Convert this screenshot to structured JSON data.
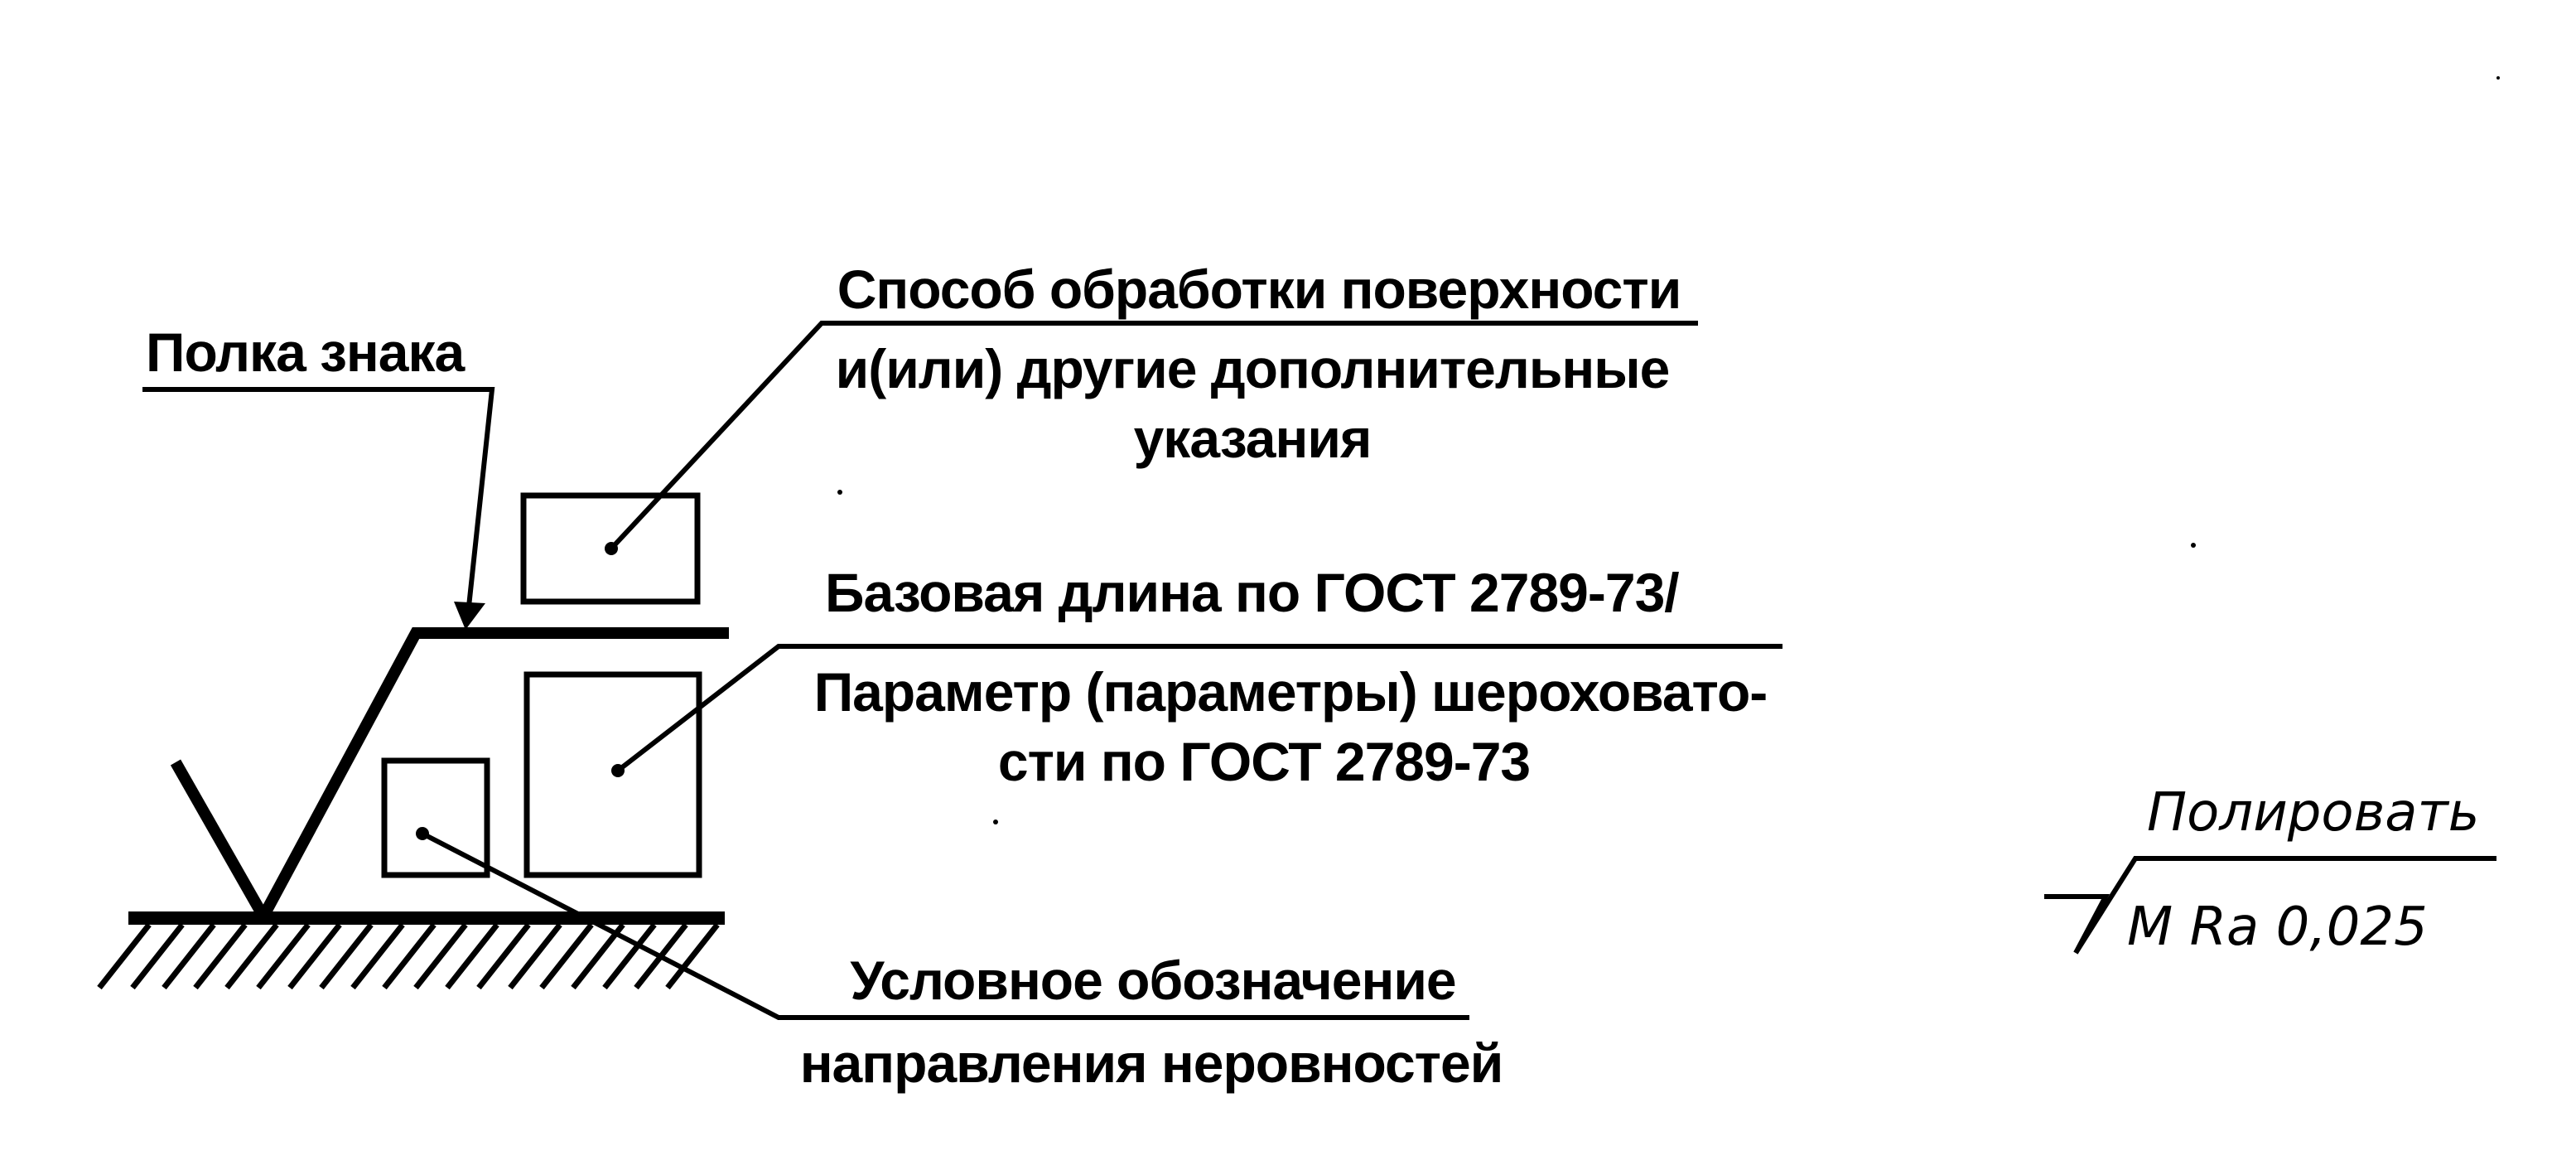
{
  "labels": {
    "shelf": "Полка знака",
    "method_line1": "Способ обработки поверхности",
    "method_line2": "и(или) другие дополнительные",
    "method_line3": "указания",
    "base_length": "Базовая длина по ГОСТ 2789-73/",
    "param_line1": "Параметр (параметры) шероховато-",
    "param_line2": "сти по ГОСТ 2789-73",
    "direction_line1": "Условное обозначение",
    "direction_line2": "направления неровностей"
  },
  "example": {
    "process": "Полировать",
    "spec": "M Ra 0,025"
  }
}
